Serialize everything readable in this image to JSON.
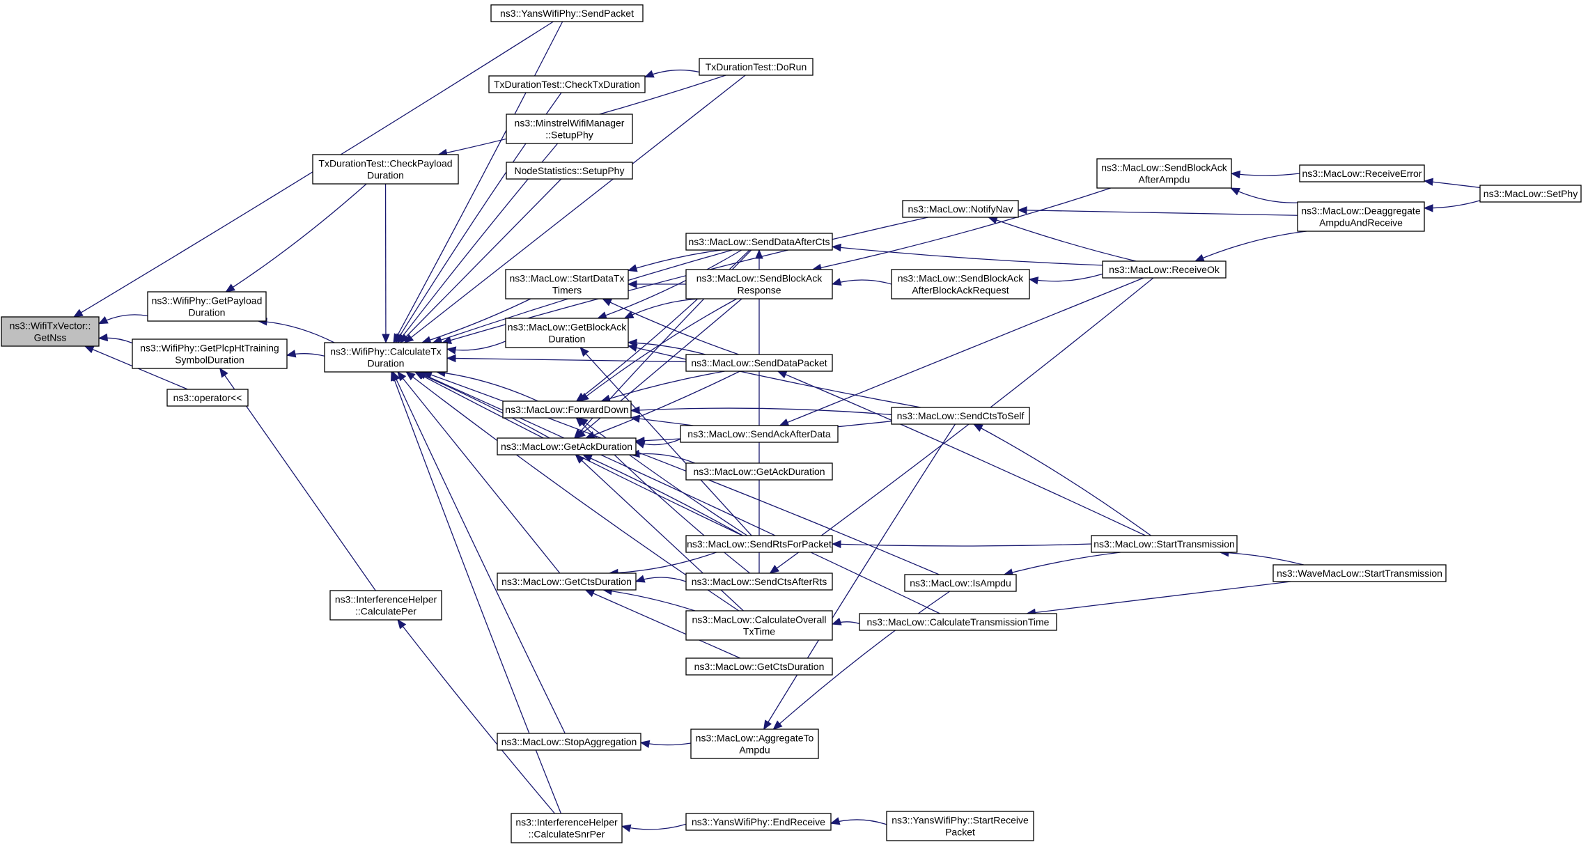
{
  "nodes": [
    {
      "id": "root",
      "lines": [
        "ns3::WifiTxVector::",
        "GetNss"
      ],
      "root": true
    },
    {
      "id": "getpayload",
      "lines": [
        "ns3::WifiPhy::GetPayload",
        "Duration"
      ]
    },
    {
      "id": "getplcp",
      "lines": [
        "ns3::WifiPhy::GetPlcpHtTraining",
        "SymbolDuration"
      ]
    },
    {
      "id": "operator",
      "lines": [
        "ns3::operator<<"
      ]
    },
    {
      "id": "yanssend",
      "lines": [
        "ns3::YansWifiPhy::SendPacket"
      ]
    },
    {
      "id": "checkpayload",
      "lines": [
        "TxDurationTest::CheckPayload",
        "Duration"
      ]
    },
    {
      "id": "calctx",
      "lines": [
        "ns3::WifiPhy::CalculateTx",
        "Duration"
      ]
    },
    {
      "id": "calcper",
      "lines": [
        "ns3::InterferenceHelper",
        "::CalculatePer"
      ]
    },
    {
      "id": "checktx",
      "lines": [
        "TxDurationTest::CheckTxDuration"
      ]
    },
    {
      "id": "minstrel",
      "lines": [
        "ns3::MinstrelWifiManager",
        "::SetupPhy"
      ]
    },
    {
      "id": "nodestats",
      "lines": [
        "NodeStatistics::SetupPhy"
      ]
    },
    {
      "id": "startdatatx",
      "lines": [
        "ns3::MacLow::StartDataTx",
        "Timers"
      ]
    },
    {
      "id": "getblockack",
      "lines": [
        "ns3::MacLow::GetBlockAck",
        "Duration"
      ]
    },
    {
      "id": "forwarddown",
      "lines": [
        "ns3::MacLow::ForwardDown"
      ]
    },
    {
      "id": "getackdur",
      "lines": [
        "ns3::MacLow::GetAckDuration"
      ]
    },
    {
      "id": "getctsdur",
      "lines": [
        "ns3::MacLow::GetCtsDuration"
      ]
    },
    {
      "id": "stopagg",
      "lines": [
        "ns3::MacLow::StopAggregation"
      ]
    },
    {
      "id": "calcsnr",
      "lines": [
        "ns3::InterferenceHelper",
        "::CalculateSnrPer"
      ]
    },
    {
      "id": "dorun",
      "lines": [
        "TxDurationTest::DoRun"
      ]
    },
    {
      "id": "senddataafter",
      "lines": [
        "ns3::MacLow::SendDataAfterCts"
      ]
    },
    {
      "id": "sendbaresp",
      "lines": [
        "ns3::MacLow::SendBlockAck",
        "Response"
      ]
    },
    {
      "id": "senddatapacket",
      "lines": [
        "ns3::MacLow::SendDataPacket"
      ]
    },
    {
      "id": "sendackafter",
      "lines": [
        "ns3::MacLow::SendAckAfterData"
      ]
    },
    {
      "id": "getackdur2",
      "lines": [
        "ns3::MacLow::GetAckDuration"
      ]
    },
    {
      "id": "sendrts",
      "lines": [
        "ns3::MacLow::SendRtsForPacket"
      ]
    },
    {
      "id": "sendctsafter",
      "lines": [
        "ns3::MacLow::SendCtsAfterRts"
      ]
    },
    {
      "id": "calcoverall",
      "lines": [
        "ns3::MacLow::CalculateOverall",
        "TxTime"
      ]
    },
    {
      "id": "getctsdur2",
      "lines": [
        "ns3::MacLow::GetCtsDuration"
      ]
    },
    {
      "id": "aggregate",
      "lines": [
        "ns3::MacLow::AggregateTo",
        "Ampdu"
      ]
    },
    {
      "id": "endreceive",
      "lines": [
        "ns3::YansWifiPhy::EndReceive"
      ]
    },
    {
      "id": "notifynav",
      "lines": [
        "ns3::MacLow::NotifyNav"
      ]
    },
    {
      "id": "sendbarreq",
      "lines": [
        "ns3::MacLow::SendBlockAck",
        "AfterBlockAckRequest"
      ]
    },
    {
      "id": "sendctstoself",
      "lines": [
        "ns3::MacLow::SendCtsToSelf"
      ]
    },
    {
      "id": "isampdu",
      "lines": [
        "ns3::MacLow::IsAmpdu"
      ]
    },
    {
      "id": "calctranstime",
      "lines": [
        "ns3::MacLow::CalculateTransmissionTime"
      ]
    },
    {
      "id": "startreceive",
      "lines": [
        "ns3::YansWifiPhy::StartReceive",
        "Packet"
      ]
    },
    {
      "id": "sendbaafter",
      "lines": [
        "ns3::MacLow::SendBlockAck",
        "AfterAmpdu"
      ]
    },
    {
      "id": "receiveok",
      "lines": [
        "ns3::MacLow::ReceiveOk"
      ]
    },
    {
      "id": "starttrans",
      "lines": [
        "ns3::MacLow::StartTransmission"
      ]
    },
    {
      "id": "receiveerror",
      "lines": [
        "ns3::MacLow::ReceiveError"
      ]
    },
    {
      "id": "deaggregate",
      "lines": [
        "ns3::MacLow::Deaggregate",
        "AmpduAndReceive"
      ]
    },
    {
      "id": "wavestart",
      "lines": [
        "ns3::WaveMacLow::StartTransmission"
      ]
    },
    {
      "id": "setphy",
      "lines": [
        "ns3::MacLow::SetPhy"
      ]
    }
  ],
  "edges": [
    [
      "getpayload",
      "root"
    ],
    [
      "getplcp",
      "root"
    ],
    [
      "operator",
      "root"
    ],
    [
      "yanssend",
      "root"
    ],
    [
      "checkpayload",
      "getpayload"
    ],
    [
      "calctx",
      "getpayload"
    ],
    [
      "calctx",
      "getplcp"
    ],
    [
      "calcper",
      "getplcp"
    ],
    [
      "yanssend",
      "calctx"
    ],
    [
      "checkpayload",
      "calctx"
    ],
    [
      "checktx",
      "calctx"
    ],
    [
      "minstrel",
      "calctx"
    ],
    [
      "nodestats",
      "calctx"
    ],
    [
      "startdatatx",
      "calctx"
    ],
    [
      "getblockack",
      "calctx"
    ],
    [
      "forwarddown",
      "calctx"
    ],
    [
      "getackdur",
      "calctx"
    ],
    [
      "getctsdur",
      "calctx"
    ],
    [
      "stopagg",
      "calctx"
    ],
    [
      "calcsnr",
      "calctx"
    ],
    [
      "notifynav",
      "calctx"
    ],
    [
      "senddataafter",
      "calctx"
    ],
    [
      "senddatapacket",
      "calctx"
    ],
    [
      "sendrts",
      "calctx"
    ],
    [
      "calcoverall",
      "calctx"
    ],
    [
      "isampdu",
      "calctx"
    ],
    [
      "calctranstime",
      "calctx"
    ],
    [
      "dorun",
      "calctx"
    ],
    [
      "calcsnr",
      "calcper"
    ],
    [
      "dorun",
      "checkpayload"
    ],
    [
      "dorun",
      "checktx"
    ],
    [
      "senddataafter",
      "startdatatx"
    ],
    [
      "sendbaresp",
      "startdatatx"
    ],
    [
      "senddatapacket",
      "startdatatx"
    ],
    [
      "senddataafter",
      "getblockack"
    ],
    [
      "sendbaresp",
      "getblockack"
    ],
    [
      "senddatapacket",
      "getblockack"
    ],
    [
      "sendrts",
      "getblockack"
    ],
    [
      "sendctstoself",
      "getblockack"
    ],
    [
      "senddataafter",
      "forwarddown"
    ],
    [
      "sendbaresp",
      "forwarddown"
    ],
    [
      "senddatapacket",
      "forwarddown"
    ],
    [
      "sendackafter",
      "forwarddown"
    ],
    [
      "sendrts",
      "forwarddown"
    ],
    [
      "sendctsafter",
      "forwarddown"
    ],
    [
      "sendctstoself",
      "forwarddown"
    ],
    [
      "senddataafter",
      "getackdur"
    ],
    [
      "sendbaresp",
      "getackdur"
    ],
    [
      "senddatapacket",
      "getackdur"
    ],
    [
      "sendackafter",
      "getackdur"
    ],
    [
      "getackdur2",
      "getackdur"
    ],
    [
      "sendrts",
      "getackdur"
    ],
    [
      "calcoverall",
      "getackdur"
    ],
    [
      "sendctstoself",
      "getackdur"
    ],
    [
      "sendrts",
      "getctsdur"
    ],
    [
      "sendctsafter",
      "getctsdur"
    ],
    [
      "calcoverall",
      "getctsdur"
    ],
    [
      "getctsdur2",
      "getctsdur"
    ],
    [
      "aggregate",
      "stopagg"
    ],
    [
      "endreceive",
      "calcsnr"
    ],
    [
      "startreceive",
      "endreceive"
    ],
    [
      "calctranstime",
      "calcoverall"
    ],
    [
      "sendctsafter",
      "senddataafter"
    ],
    [
      "receiveok",
      "senddataafter"
    ],
    [
      "sendbaafter",
      "sendbaresp"
    ],
    [
      "sendbarreq",
      "sendbaresp"
    ],
    [
      "starttrans",
      "senddatapacket"
    ],
    [
      "receiveok",
      "sendackafter"
    ],
    [
      "starttrans",
      "sendrts"
    ],
    [
      "receiveok",
      "sendctsafter"
    ],
    [
      "isampdu",
      "aggregate"
    ],
    [
      "sendctstoself",
      "aggregate"
    ],
    [
      "deaggregate",
      "notifynav"
    ],
    [
      "receiveok",
      "notifynav"
    ],
    [
      "receiveok",
      "sendbarreq"
    ],
    [
      "starttrans",
      "sendctstoself"
    ],
    [
      "starttrans",
      "isampdu"
    ],
    [
      "wavestart",
      "calctranstime"
    ],
    [
      "receiveerror",
      "sendbaafter"
    ],
    [
      "deaggregate",
      "sendbaafter"
    ],
    [
      "deaggregate",
      "receiveok"
    ],
    [
      "wavestart",
      "starttrans"
    ],
    [
      "setphy",
      "receiveerror"
    ],
    [
      "setphy",
      "deaggregate"
    ]
  ]
}
